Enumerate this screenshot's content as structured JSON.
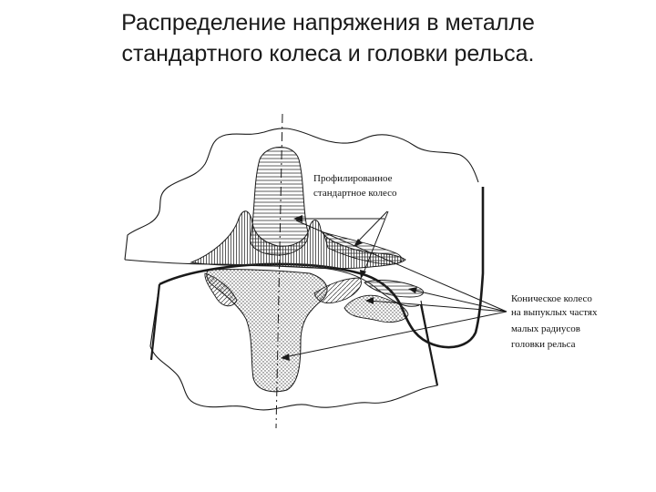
{
  "title": {
    "line1": "Распределение напряжения в металле",
    "line2": "стандартного колеса и головки рельса."
  },
  "labels": {
    "profiled_line1": "Профилированное",
    "profiled_line2": "стандартное колесо",
    "conical_line1": "Коническое колесо",
    "conical_line2": "на выпуклых частях",
    "conical_line3": "малых радиусов",
    "conical_line4": "головки рельса"
  },
  "colors": {
    "line": "#1a1a1a",
    "hatch": "#333333",
    "dots": "#444444"
  }
}
